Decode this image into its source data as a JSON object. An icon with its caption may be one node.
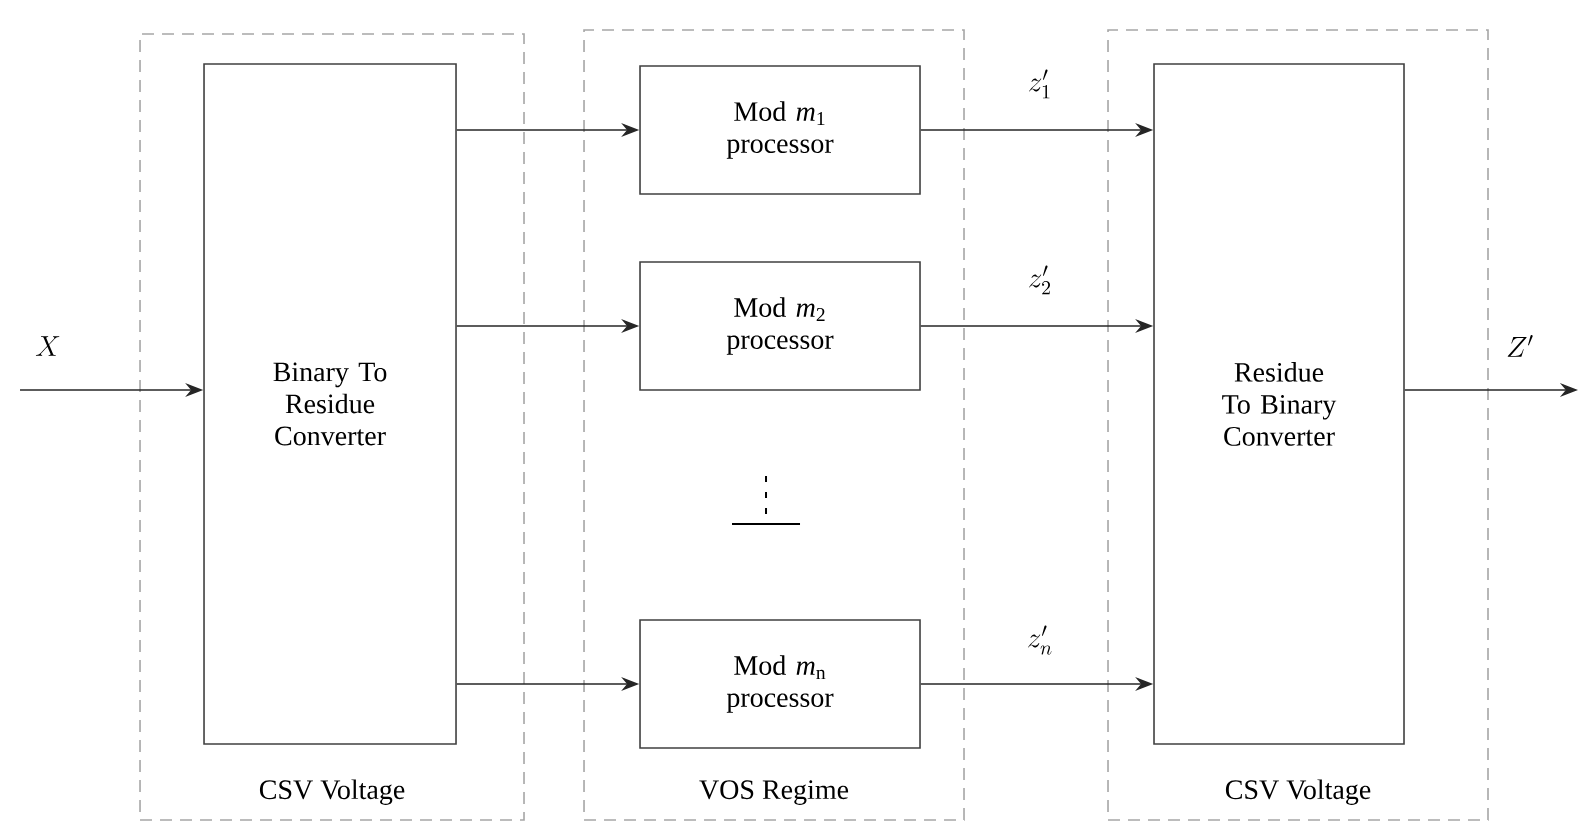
{
  "diagram": {
    "nodes": [
      {
        "text": [
          "CSV Voltage"
        ]
      },
      {
        "text": [
          "VOS Regime"
        ]
      },
      {
        "text": [
          "CSV Voltage"
        ]
      },
      {
        "text": [
          "Binary To Residue Converter"
        ],
        "in": 0
      },
      {
        "text": [
          "Mod *m*$_{1}$ processor"
        ],
        "in": 1
      },
      {
        "text": [
          "Mod *m*$_{2}$ processor"
        ],
        "in": 1
      },
      {
        "text": [
          "Mod *m*$_{n}$ processor"
        ],
        "in": 1
      },
      {
        "text": [
          "Residue To Binary Converter"
        ],
        "in": 2
      }
    ],
    "edges": [
      {
        "from": null,
        "to": 3,
        "arrow": "to",
        "label": "X"
      },
      {
        "from": 3,
        "to": 4,
        "arrow": "to"
      },
      {
        "from": 3,
        "to": 5,
        "arrow": "to"
      },
      {
        "from": 3,
        "to": 6,
        "arrow": "to"
      },
      {
        "from": 4,
        "to": 7,
        "arrow": "to",
        "label": "z'_1"
      },
      {
        "from": 5,
        "to": 7,
        "arrow": "to",
        "label": "z'_2"
      },
      {
        "from": 6,
        "to": 7,
        "arrow": "to",
        "label": "z'_n"
      },
      {
        "from": 7,
        "to": null,
        "arrow": "to",
        "label": "Z'"
      }
    ]
  }
}
